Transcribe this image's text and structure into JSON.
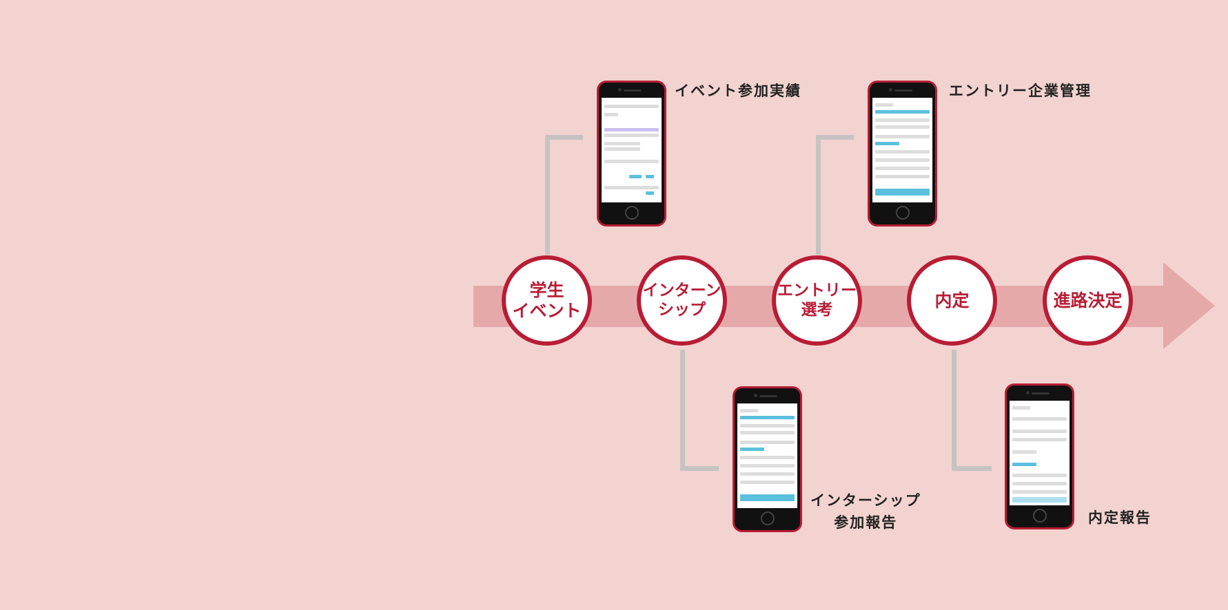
{
  "stages": [
    {
      "label": "学生\nイベント"
    },
    {
      "label": "インターン\nシップ"
    },
    {
      "label": "エントリー\n選考"
    },
    {
      "label": "内定"
    },
    {
      "label": "進路決定"
    }
  ],
  "features": [
    {
      "label": "イベント参加実績"
    },
    {
      "label": "エントリー企業管理"
    },
    {
      "label": "インターシップ\n参加報告"
    },
    {
      "label": "内定報告"
    }
  ],
  "colors": {
    "background": "#f2d3cf",
    "band": "#e6a9aa",
    "accent": "#b81d35",
    "connector": "#c7c3c3"
  }
}
